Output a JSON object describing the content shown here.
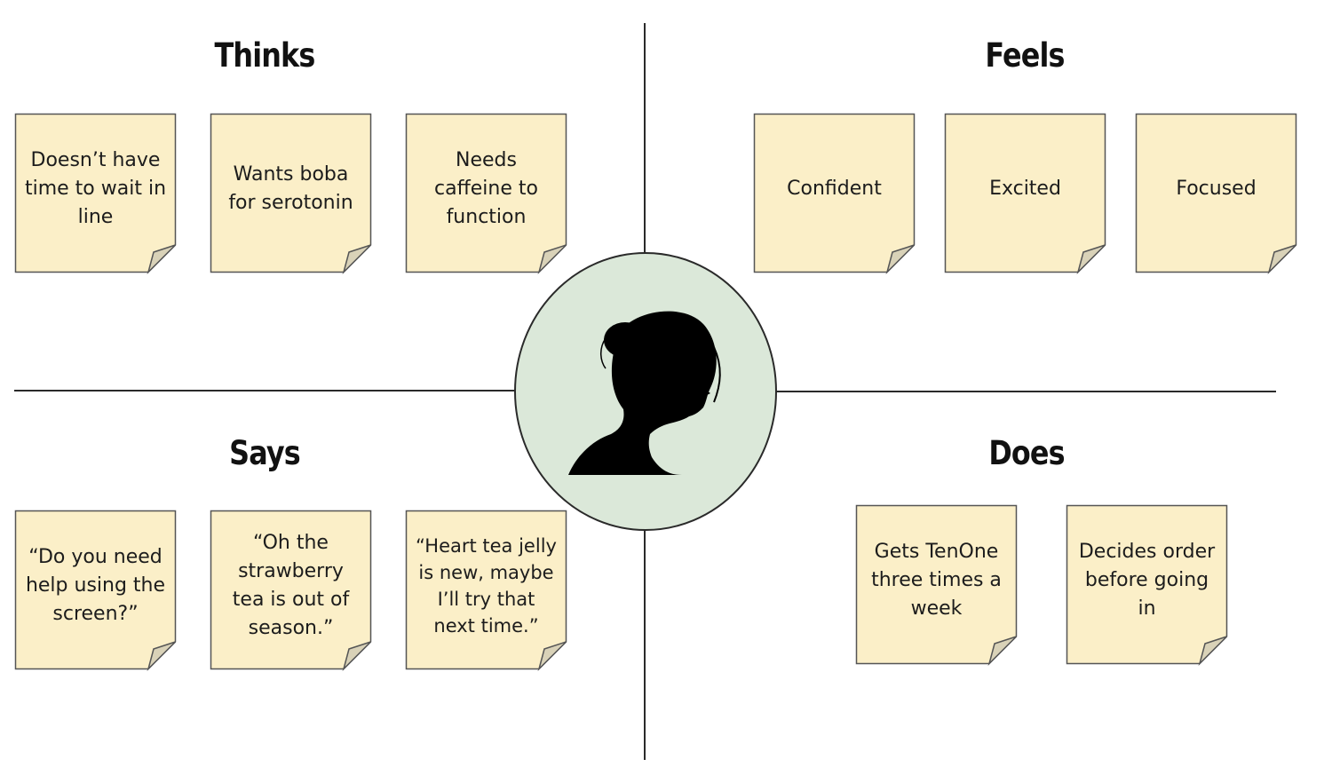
{
  "quadrants": {
    "thinks": {
      "title": "Thinks",
      "notes": [
        "Doesn’t have time to wait in line",
        "Wants boba for serotonin",
        "Needs caffeine to function"
      ]
    },
    "feels": {
      "title": "Feels",
      "notes": [
        "Confident",
        "Excited",
        "Focused"
      ]
    },
    "says": {
      "title": "Says",
      "notes": [
        "“Do you need help using the screen?”",
        "“Oh the strawberry tea is out of season.”",
        "“Heart tea jelly is new, maybe I’ll try that next time.”"
      ]
    },
    "does": {
      "title": "Does",
      "notes": [
        "Gets TenOne three times a week",
        "Decides order before going in"
      ]
    }
  },
  "persona": {
    "icon": "woman-silhouette-icon"
  },
  "colors": {
    "note_fill": "#fbefc8",
    "note_border": "#555555",
    "note_fold": "#d9d2b8",
    "persona_circle": "#dbe8d9",
    "axis": "#2a2a2a"
  }
}
